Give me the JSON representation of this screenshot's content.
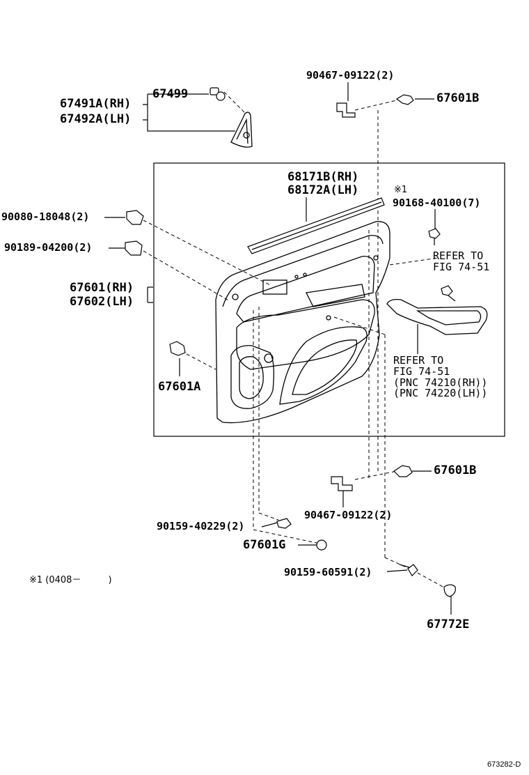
{
  "labels": {
    "p_90467_top": "90467-09122(2)",
    "p_67601B_top": "67601B",
    "p_67499": "67499",
    "p_67491A": "67491A(RH)",
    "p_67492A": "67492A(LH)",
    "p_68171B": "68171B(RH)",
    "p_68172A": "68172A(LH)",
    "p_note_mark": "※1",
    "p_90168": "90168-40100(7)",
    "p_90080": "90080-18048(2)",
    "p_90189": "90189-04200(2)",
    "p_refer1": "REFER TO\nFIG 74-51",
    "p_67601": "67601(RH)",
    "p_67602": "67602(LH)",
    "p_67601A": "67601A",
    "p_refer2": "REFER TO\nFIG 74-51\n(PNC 74210(RH))\n(PNC 74220(LH))",
    "p_67601B_bot": "67601B",
    "p_90467_bot": "90467-09122(2)",
    "p_90159_40229": "90159-40229(2)",
    "p_67601G": "67601G",
    "p_90159_60591": "90159-60591(2)",
    "p_67772E": "67772E",
    "footnote": "※1 (0408－　　　)",
    "diagram_code": "673282-D"
  }
}
